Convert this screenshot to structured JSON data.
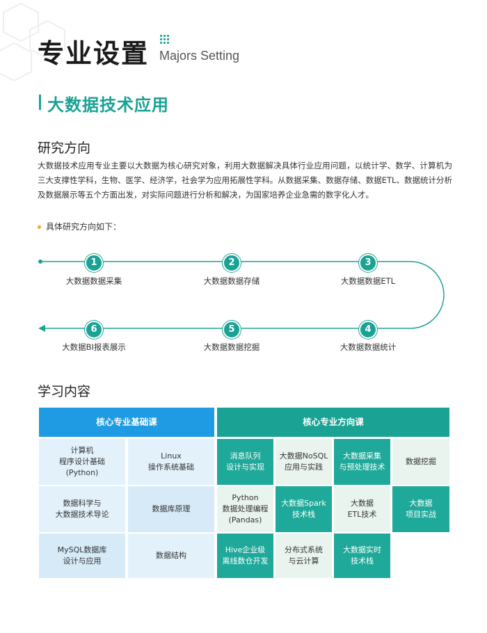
{
  "header": {
    "title": "专业设置",
    "subtitle": "Majors Setting"
  },
  "major": {
    "name": "大数据技术应用"
  },
  "research": {
    "heading": "研究方向",
    "paragraph": "大数据技术应用专业主要以大数据为核心研究对象，利用大数据解决具体行业应用问题，以统计学、数学、计算机为三大支撑性学科，生物、医学、经济学，社会学为应用拓展性学科。从数据采集、数据存储、数据ETL、数据统计分析及数据展示等五个方面出发，对实际问题进行分析和解决，为国家培养企业急需的数字化人才。",
    "bullet": "具体研究方向如下：",
    "steps": [
      {
        "num": "1",
        "label": "大数据数据采集"
      },
      {
        "num": "2",
        "label": "大数据数据存储"
      },
      {
        "num": "3",
        "label": "大数据数据ETL"
      },
      {
        "num": "4",
        "label": "大数据数据统计"
      },
      {
        "num": "5",
        "label": "大数据数据挖掘"
      },
      {
        "num": "6",
        "label": "大数据BI报表展示"
      }
    ]
  },
  "study": {
    "heading": "学习内容",
    "core_basic_header": "核心专业基础课",
    "core_direction_header": "核心专业方向课",
    "basic_courses": [
      [
        "计算机\n程序设计基础\n(Python)",
        "Linux\n操作系统基础"
      ],
      [
        "数据科学与\n大数据技术导论",
        "数据库原理"
      ],
      [
        "MySQL数据库\n设计与应用",
        "数据结构"
      ]
    ],
    "direction_courses": [
      [
        "消息队列\n设计与实现",
        "大数据NoSQL\n应用与实践",
        "大数据采集\n与预处理技术",
        "数据挖掘"
      ],
      [
        "Python\n数据处理编程\n(Pandas)",
        "大数据Spark\n技术栈",
        "大数据\nETL技术",
        "大数据\n项目实战"
      ],
      [
        "Hive企业级\n离线数仓开发",
        "分布式系统\n与云计算",
        "大数据实时\n技术栈"
      ]
    ]
  },
  "colors": {
    "accent_teal": "#1aa295",
    "accent_blue": "#1e9be3",
    "bullet_orange": "#f2a329"
  }
}
